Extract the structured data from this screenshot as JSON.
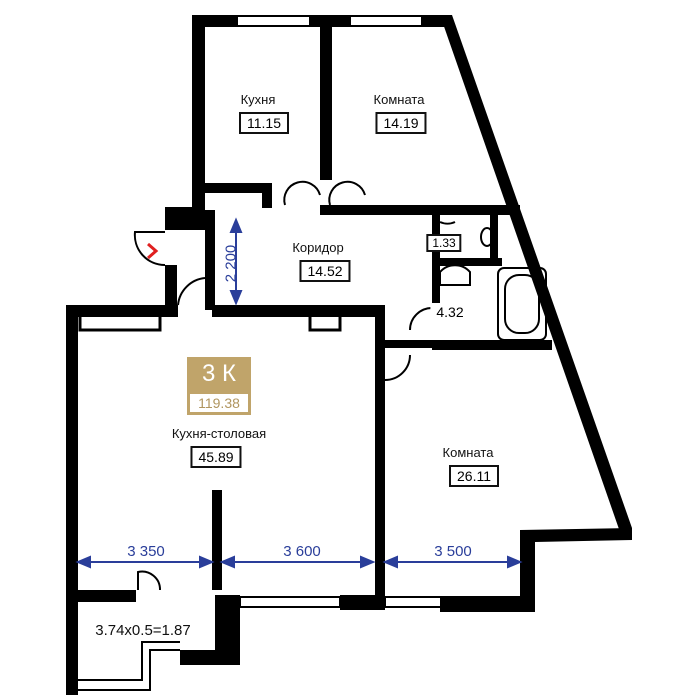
{
  "plan_type": "3 К",
  "total_area": "119.38",
  "rooms": [
    {
      "name": "Кухня",
      "area": "11.15"
    },
    {
      "name": "Комната",
      "area": "14.19"
    },
    {
      "name": "Коридор",
      "area": "14.52"
    },
    {
      "name": "Кухня-столовая",
      "area": "45.89"
    },
    {
      "name": "Комната",
      "area": "26.11"
    }
  ],
  "bath_areas": {
    "wc": "1.33",
    "bathroom": "4.32"
  },
  "balcony": "3.74x0.5=1.87",
  "dimensions": {
    "corridor_height": "2 200",
    "left": "3 350",
    "middle": "3 600",
    "right": "3 500"
  },
  "colors": {
    "badge": "#c0a46a",
    "dimension": "#2a3e9a",
    "entry_arrow": "#e02020"
  }
}
